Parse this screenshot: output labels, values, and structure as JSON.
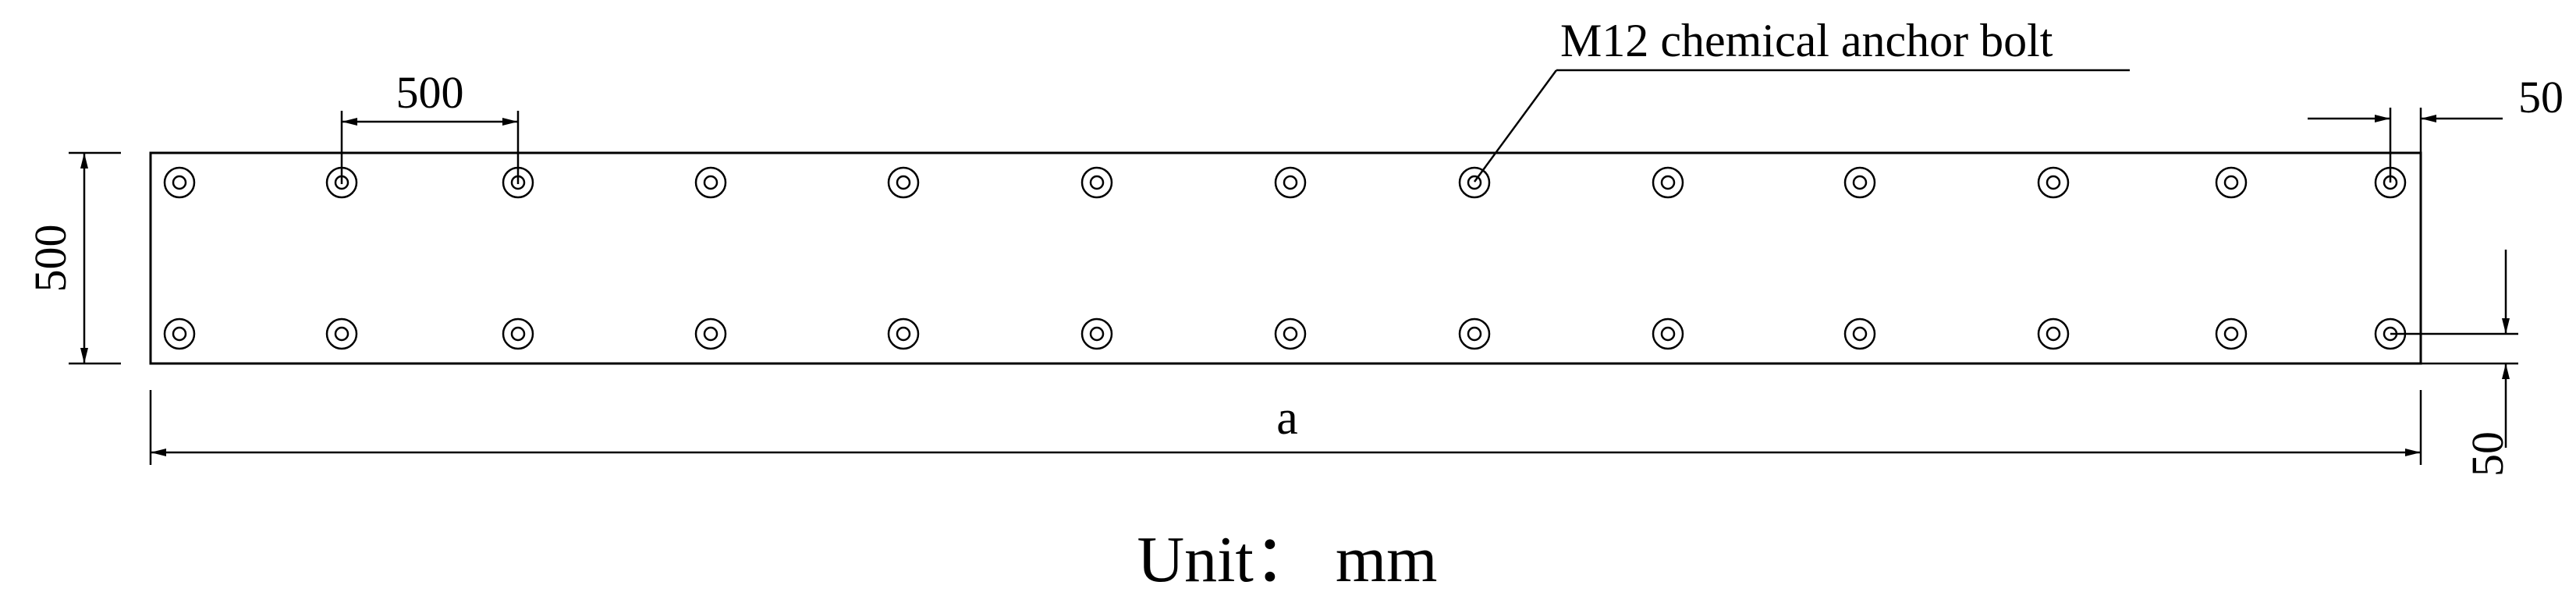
{
  "labels": {
    "bolt_callout": "M12 chemical anchor bolt",
    "spacing_dim": "500",
    "height_dim": "500",
    "length_dim": "a",
    "edge_dim_right": "50",
    "edge_dim_bottom": "50",
    "unit_note": "Unit： mm"
  },
  "bolts": {
    "rows": 2,
    "columns": 13
  },
  "colors": {
    "ink": "#000000",
    "background": "#ffffff"
  }
}
